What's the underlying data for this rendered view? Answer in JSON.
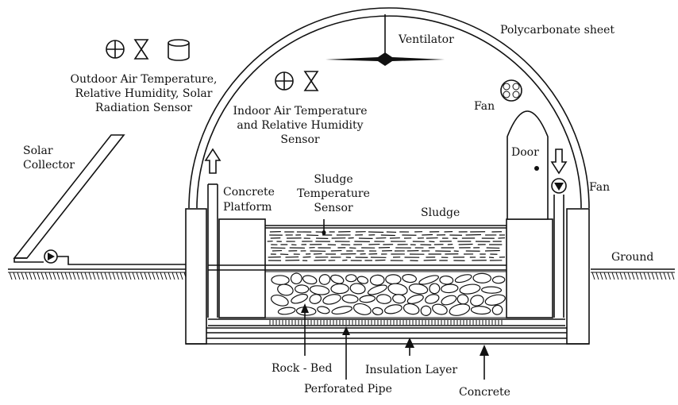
{
  "labels": {
    "ventilator": "Ventilator",
    "polycarbonate": "Polycarbonate sheet",
    "outdoor_sensor_1": "Outdoor Air Temperature,",
    "outdoor_sensor_2": "Relative Humidity, Solar",
    "outdoor_sensor_3": "Radiation Sensor",
    "indoor_sensor_1": "Indoor Air Temperature",
    "indoor_sensor_2": "and Relative Humidity",
    "indoor_sensor_3": "Sensor",
    "fan_top": "Fan",
    "door": "Door",
    "fan_right": "Fan",
    "solar_1": "Solar",
    "solar_2": "Collector",
    "concrete_platform_1": "Concrete",
    "concrete_platform_2": "Platform",
    "sludge_sensor_1": "Sludge",
    "sludge_sensor_2": "Temperature",
    "sludge_sensor_3": "Sensor",
    "sludge": "Sludge",
    "ground": "Ground",
    "rock_bed": "Rock - Bed",
    "insulation": "Insulation Layer",
    "perforated_pipe": "Perforated Pipe",
    "concrete": "Concrete"
  }
}
